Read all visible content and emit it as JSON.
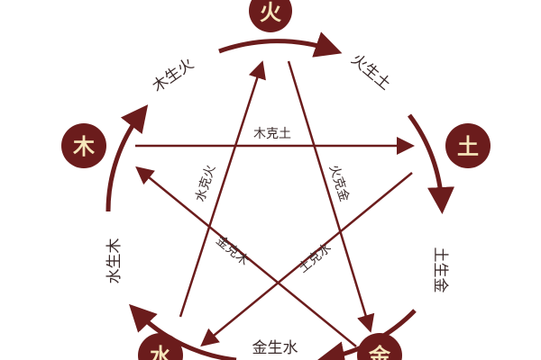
{
  "colors": {
    "primary": "#6b1c1c",
    "element_text": "#f6e7bb",
    "label_text": "#3a2a2a"
  },
  "elements": {
    "fire": "火",
    "wood": "木",
    "earth": "土",
    "water": "水",
    "metal": "金"
  },
  "generating": {
    "wood_fire": "木生火",
    "fire_earth": "火生土",
    "earth_metal": "土生金",
    "metal_water": "金生水",
    "water_wood": "水生木"
  },
  "overcoming": {
    "wood_earth": "木克土",
    "water_fire": "水克火",
    "fire_metal": "火克金",
    "metal_wood": "金克木",
    "earth_water": "土克水"
  }
}
